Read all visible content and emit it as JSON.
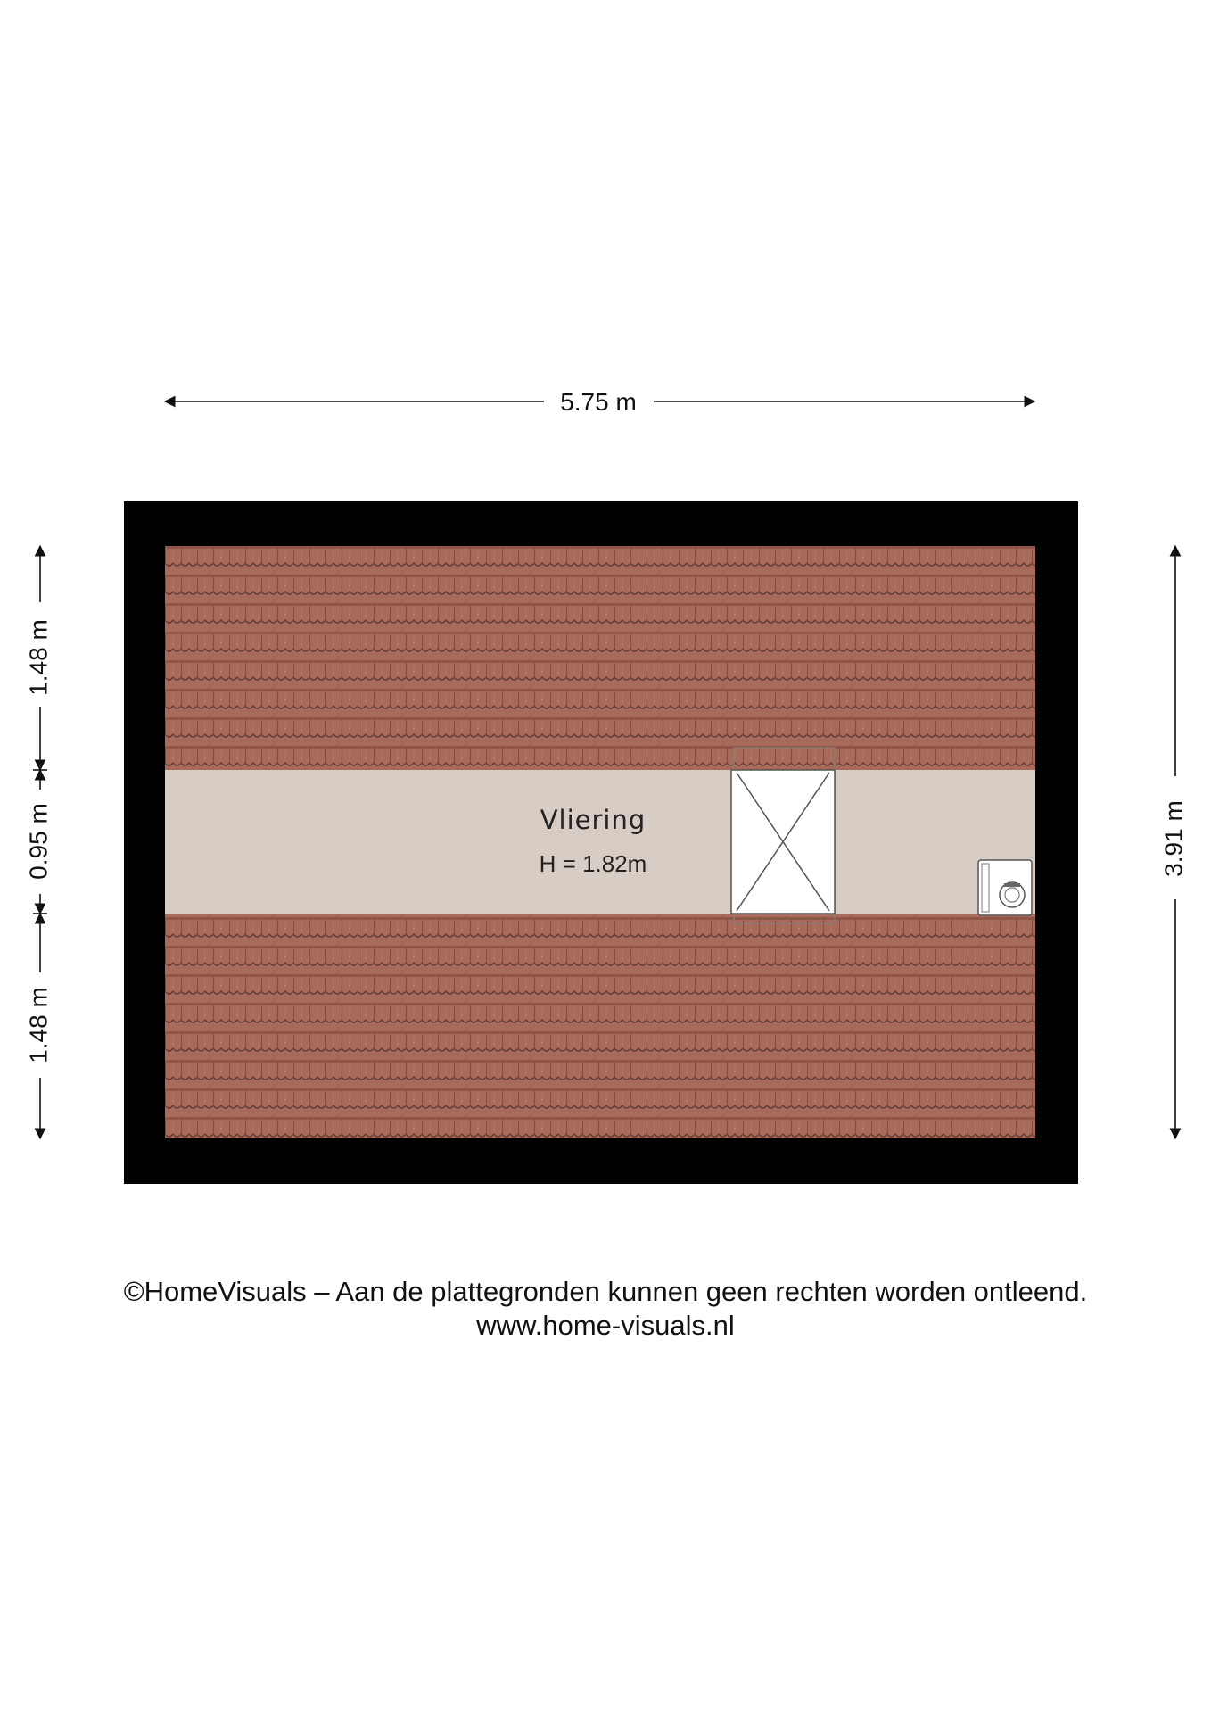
{
  "plan": {
    "dimensions": {
      "top_width": "5.75 m",
      "right_depth": "3.91 m",
      "left_upper": "1.48 m",
      "left_middle": "0.95 m",
      "left_lower": "1.48 m"
    },
    "room": {
      "name": "Vliering",
      "height": "H = 1.82m"
    },
    "colors": {
      "wall": "#000000",
      "roof_tile": "#a86a5a",
      "roof_tile_line": "#5e3a32",
      "floor": "#d7cdc4"
    },
    "icons": [
      "roof-hatch-icon",
      "boiler-icon"
    ]
  },
  "footer": {
    "copyright": "©HomeVisuals – Aan de plattegronden kunnen geen rechten worden ontleend.",
    "website": "www.home-visuals.nl"
  }
}
